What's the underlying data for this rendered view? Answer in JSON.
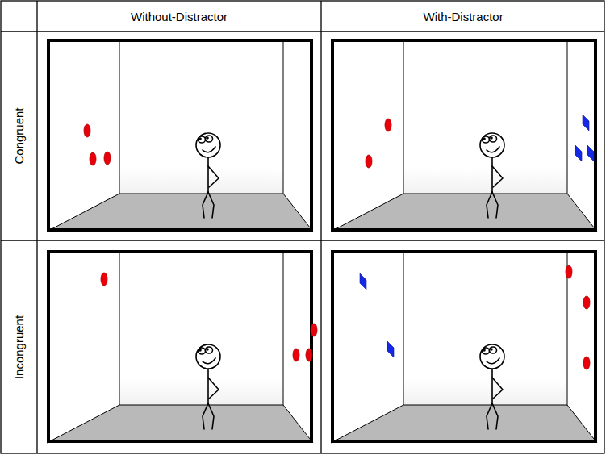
{
  "diagram": {
    "labels": [
      "Without-Distractor",
      "With-Distractor",
      "Congruent",
      "Incongruent"
    ]
  }
}
